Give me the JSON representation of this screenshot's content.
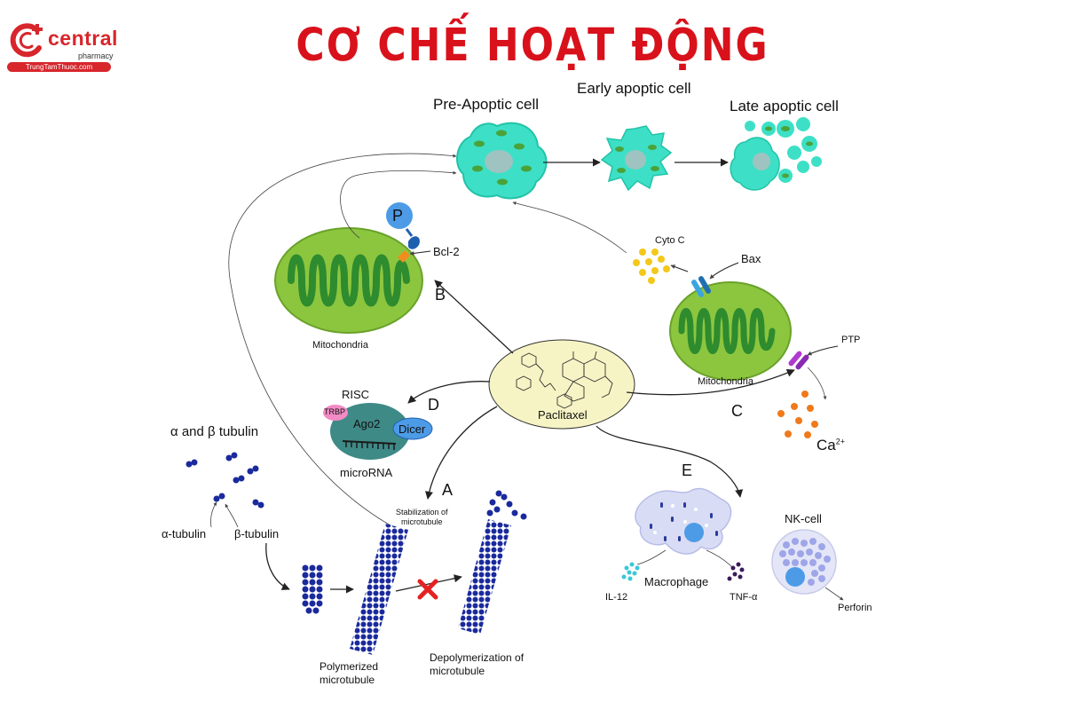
{
  "logo": {
    "word": "central",
    "sub": "pharmacy",
    "site": "TrungTamThuoc.com"
  },
  "title": "CƠ CHẾ HOẠT ĐỘNG",
  "cells": {
    "pre": "Pre-Apoptic cell",
    "early": "Early apoptic cell",
    "late": "Late apoptic cell"
  },
  "labels": {
    "p": "P",
    "bcl2": "Bcl-2",
    "cytoc": "Cyto C",
    "bax": "Bax",
    "ptp": "PTP",
    "mito_left": "Mitochondria",
    "mito_right": "Mitochondria",
    "drug": "Paclitaxel",
    "ca": "Ca",
    "ca_sup": "2+",
    "risc": "RISC",
    "trbp": "TRBP",
    "ago2": "Ago2",
    "dicer": "Dicer",
    "microrna": "microRNA",
    "tubulin": "α and β tubulin",
    "alpha": "α-tubulin",
    "beta": "β-tubulin",
    "stab1": "Stabilization of",
    "stab2": "microtubule",
    "poly1": "Polymerized",
    "poly2": "microtubule",
    "depoly1": "Depolymerization of",
    "depoly2": "microtubule",
    "macrophage": "Macrophage",
    "il12": "IL-12",
    "tnf": "TNF-α",
    "nk": "NK-cell",
    "perforin": "Perforin"
  },
  "pathways": {
    "a": "A",
    "b": "B",
    "c": "C",
    "d": "D",
    "e": "E"
  },
  "colors": {
    "brand_red": "#d7262c",
    "title_red": "#d8111b",
    "apoptotic_cell": "#3de0c6",
    "mito_outer": "#8cc63f",
    "mito_inner": "#2e8b2e",
    "paclitaxel_bg": "#f6f4c4",
    "risc": "#3e8a87",
    "dicer": "#4d9be6",
    "trbp": "#f28bc5",
    "tubulin": "#1a2a9c",
    "macrophage": "#d9dcf5",
    "nk_cell": "#e4e6f8",
    "cyto_c": "#f3c81a",
    "ca": "#f07a1a"
  },
  "icons": [
    "pharmacy-logo-icon",
    "phosphate-icon",
    "blocked-x-icon"
  ]
}
